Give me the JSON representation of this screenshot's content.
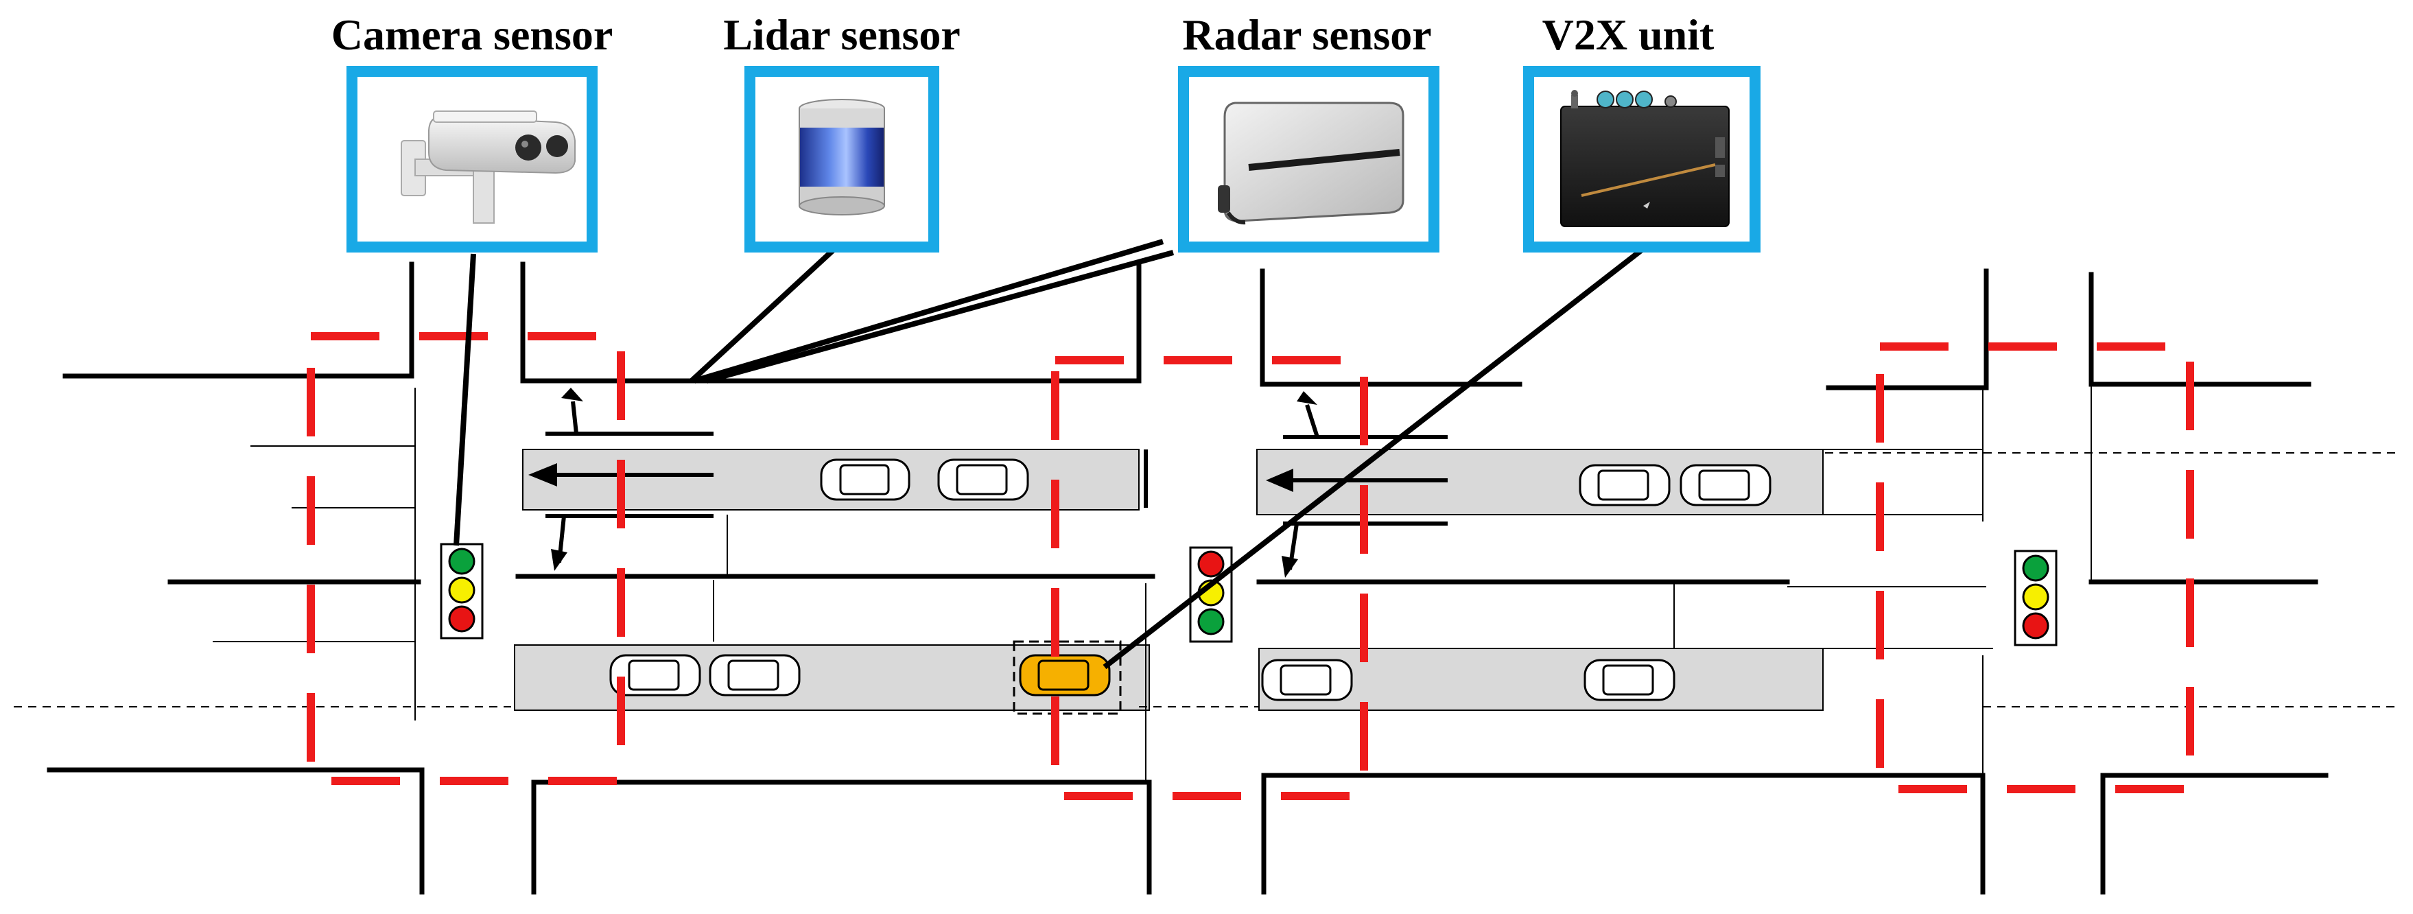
{
  "colors": {
    "frame": "#19a9e6",
    "zone": "#ee1c1c",
    "road": "#000000",
    "lane_fill": "#d9d9d9",
    "ego_car": "#f6b000",
    "light_green": "#0aa13c",
    "light_yellow": "#f7ef00",
    "light_red": "#e81414"
  },
  "sensors": [
    {
      "label": "Camera sensor",
      "icon": "camera-icon"
    },
    {
      "label": "Lidar sensor",
      "icon": "lidar-icon"
    },
    {
      "label": "Radar sensor",
      "icon": "radar-icon"
    },
    {
      "label": "V2X unit",
      "icon": "v2x-unit-icon"
    }
  ],
  "traffic_lights": [
    {
      "order": [
        "green",
        "yellow",
        "red"
      ]
    },
    {
      "order": [
        "red",
        "yellow",
        "green"
      ]
    },
    {
      "order": [
        "green",
        "yellow",
        "red"
      ]
    }
  ]
}
